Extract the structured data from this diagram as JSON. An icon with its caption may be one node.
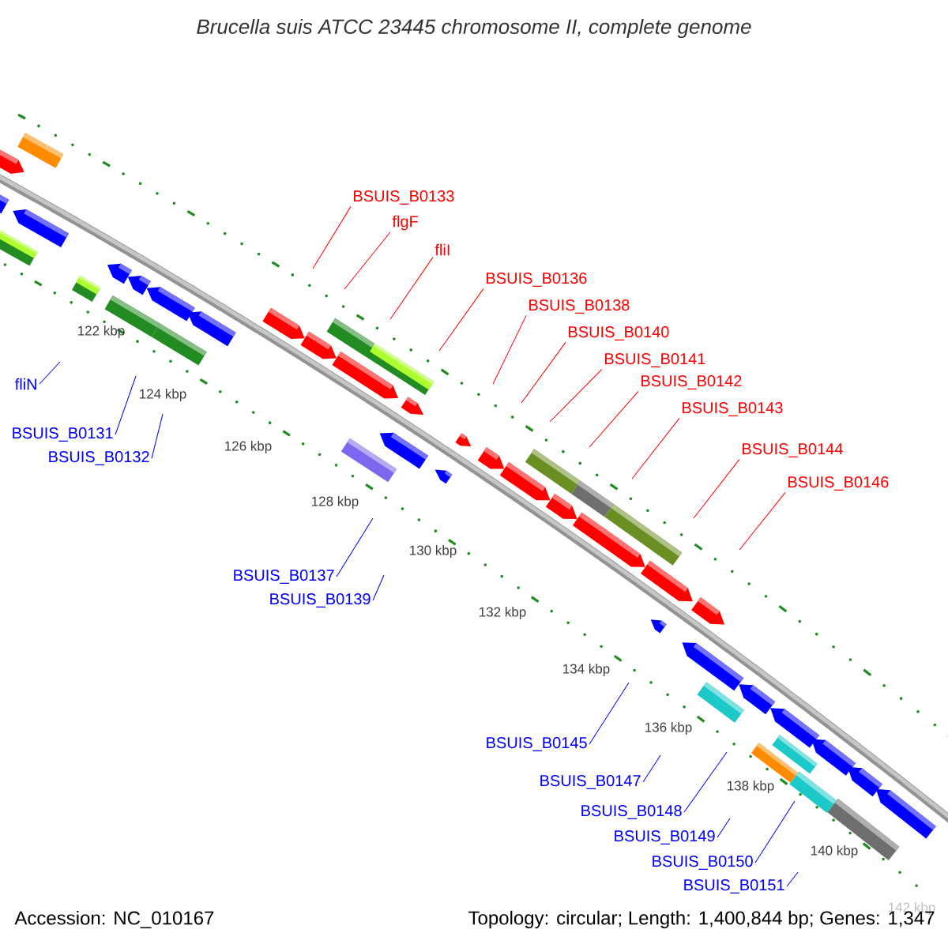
{
  "diagram": {
    "title": "Brucella suis ATCC 23445 chromosome II, complete genome",
    "nodes": [
      {
        "text": [
          "BSUIS_B0133"
        ]
      },
      {
        "text": [
          "flgF"
        ]
      },
      {
        "text": [
          "fliI"
        ]
      },
      {
        "text": [
          "BSUIS_B0136"
        ]
      },
      {
        "text": [
          "BSUIS_B0138"
        ]
      },
      {
        "text": [
          "BSUIS_B0140"
        ]
      },
      {
        "text": [
          "BSUIS_B0141"
        ]
      },
      {
        "text": [
          "BSUIS_B0142"
        ]
      },
      {
        "text": [
          "BSUIS_B0143"
        ]
      },
      {
        "text": [
          "BSUIS_B0144"
        ]
      },
      {
        "text": [
          "BSUIS_B0146"
        ]
      },
      {
        "text": [
          "fliN"
        ]
      },
      {
        "text": [
          "BSUIS_B0131"
        ]
      },
      {
        "text": [
          "BSUIS_B0132"
        ]
      },
      {
        "text": [
          "BSUIS_B0137"
        ]
      },
      {
        "text": [
          "BSUIS_B0139"
        ]
      },
      {
        "text": [
          "BSUIS_B0145"
        ]
      },
      {
        "text": [
          "BSUIS_B0147"
        ]
      },
      {
        "text": [
          "BSUIS_B0148"
        ]
      },
      {
        "text": [
          "BSUIS_B0149"
        ]
      },
      {
        "text": [
          "BSUIS_B0150"
        ]
      },
      {
        "text": [
          "BSUIS_B0151"
        ]
      }
    ],
    "edges": [
      {
        "from": 0,
        "to": null,
        "arrow": "none",
        "color": "#ff0000"
      },
      {
        "from": 1,
        "to": null,
        "arrow": "none",
        "color": "#ff0000"
      },
      {
        "from": 2,
        "to": null,
        "arrow": "none",
        "color": "#ff0000"
      },
      {
        "from": 3,
        "to": null,
        "arrow": "none",
        "color": "#ff0000"
      },
      {
        "from": 4,
        "to": null,
        "arrow": "none",
        "color": "#ff0000"
      },
      {
        "from": 5,
        "to": null,
        "arrow": "none",
        "color": "#ff0000"
      },
      {
        "from": 6,
        "to": null,
        "arrow": "none",
        "color": "#ff0000"
      },
      {
        "from": 7,
        "to": null,
        "arrow": "none",
        "color": "#ff0000"
      },
      {
        "from": 8,
        "to": null,
        "arrow": "none",
        "color": "#ff0000"
      },
      {
        "from": 9,
        "to": null,
        "arrow": "none",
        "color": "#ff0000"
      },
      {
        "from": 10,
        "to": null,
        "arrow": "none",
        "color": "#ff0000"
      },
      {
        "from": 11,
        "to": null,
        "arrow": "none",
        "color": "#0000ff"
      },
      {
        "from": 12,
        "to": null,
        "arrow": "none",
        "color": "#0000ff"
      },
      {
        "from": 13,
        "to": null,
        "arrow": "none",
        "color": "#0000ff"
      },
      {
        "from": 14,
        "to": null,
        "arrow": "none",
        "color": "#0000ff"
      },
      {
        "from": 15,
        "to": null,
        "arrow": "none",
        "color": "#0000ff"
      },
      {
        "from": 16,
        "to": null,
        "arrow": "none",
        "color": "#0000ff"
      },
      {
        "from": 17,
        "to": null,
        "arrow": "none",
        "color": "#0000ff"
      },
      {
        "from": 18,
        "to": null,
        "arrow": "none",
        "color": "#0000ff"
      },
      {
        "from": 19,
        "to": null,
        "arrow": "none",
        "color": "#0000ff"
      },
      {
        "from": 20,
        "to": null,
        "arrow": "none",
        "color": "#0000ff"
      },
      {
        "from": 21,
        "to": null,
        "arrow": "none",
        "color": "#0000ff"
      }
    ],
    "labels": [
      "122 kbp",
      "124 kbp",
      "126 kbp",
      "128 kbp",
      "130 kbp",
      "132 kbp",
      "134 kbp",
      "136 kbp",
      "138 kbp",
      "140 kbp",
      "142 kbp",
      "Accession: NC_010167",
      "Topology: circular; Length: 1,400,844 bp; Genes: 1,347"
    ]
  }
}
